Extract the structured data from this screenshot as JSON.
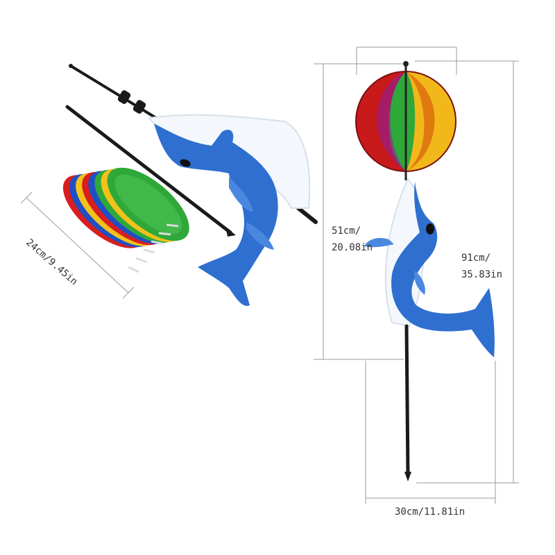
{
  "colors": {
    "background": "#ffffff",
    "dolphin_blue": "#2f6fd0",
    "dolphin_dark": "#1c4fa8",
    "sail_white": "#f4f8fc",
    "stick_black": "#1a1a1a",
    "dimension_line": "#9a9a9a",
    "petal_red": "#d81e1e",
    "petal_blue": "#1f4fc4",
    "petal_yellow": "#f2c21a",
    "petal_green": "#2fa83a"
  },
  "dimensions": {
    "petal_size": "24cm/9.45in",
    "dolphin_height_cm": "51cm/",
    "dolphin_height_in": "20.08in",
    "total_height_cm": "91cm/",
    "total_height_in": "35.83in",
    "width": "30cm/11.81in"
  },
  "icons": {
    "dolphin_flat": "dolphin-spinner-icon",
    "dolphin_assembled": "dolphin-windspinner-icon",
    "rainbow_ball": "rainbow-ball-icon",
    "petals": "sequin-petal-stack-icon",
    "stakes": "garden-stake-icon"
  }
}
